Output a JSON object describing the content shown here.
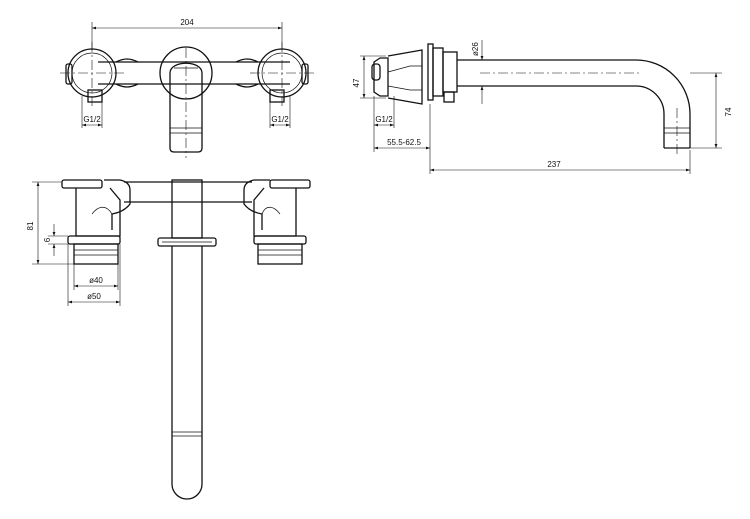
{
  "dimensions": {
    "top_width": "204",
    "thread_left": "G1/2",
    "thread_right": "G1/2",
    "side_height": "47",
    "outlet_diameter": "ø26",
    "side_drop": "74",
    "wall_depth": "55.5-62.5",
    "spout_length": "237",
    "front_height": "81",
    "flange_thickness": "6",
    "body_diameter": "ø40",
    "flange_diameter": "ø50"
  },
  "colors": {
    "line": "#111111",
    "background": "#ffffff"
  }
}
